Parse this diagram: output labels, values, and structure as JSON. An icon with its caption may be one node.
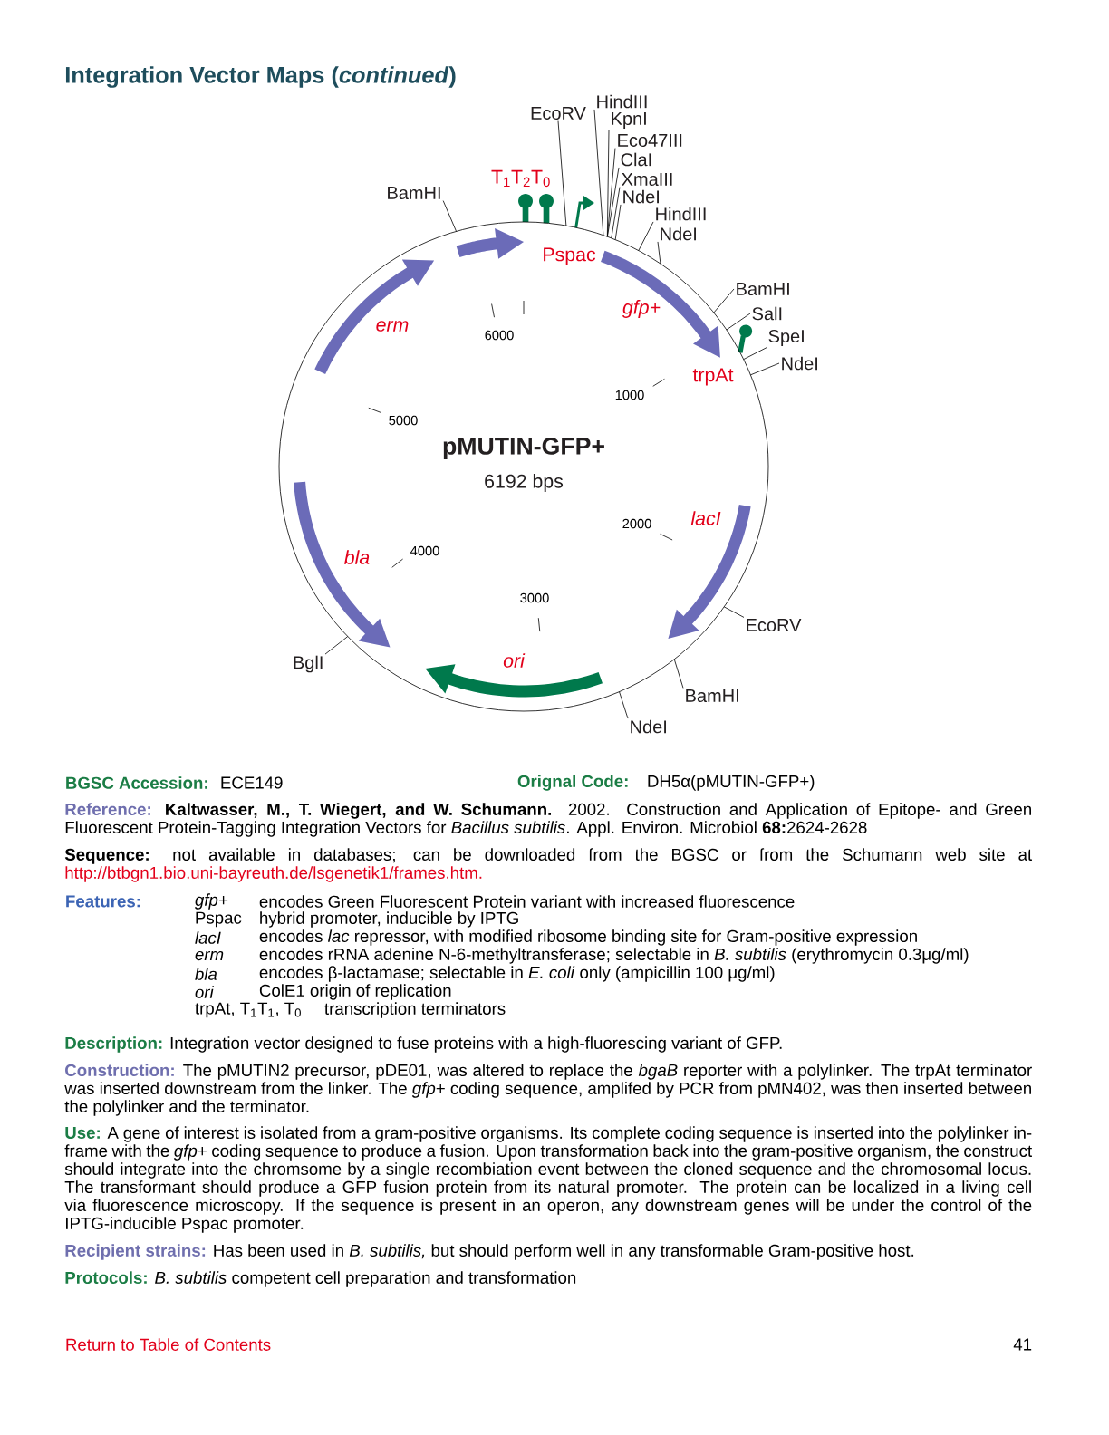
{
  "diagram": {
    "title": "Integration Vector Maps (*continued*)",
    "nodes": [
      {
        "text": [
          "EcoRV"
        ]
      },
      {
        "text": [
          "HindIII"
        ]
      },
      {
        "text": [
          "KpnI"
        ]
      },
      {
        "text": [
          "Eco47III"
        ]
      },
      {
        "text": [
          "ClaI"
        ]
      },
      {
        "text": [
          "XmaIII"
        ]
      },
      {
        "text": [
          "NdeI"
        ]
      },
      {
        "text": [
          "HindIII"
        ]
      },
      {
        "text": [
          "NdeI"
        ]
      },
      {
        "text": [
          "BamHI"
        ]
      },
      {
        "text": [
          "BamHI"
        ]
      },
      {
        "text": [
          "SalI"
        ]
      },
      {
        "text": [
          "SpeI"
        ]
      },
      {
        "text": [
          "NdeI"
        ]
      },
      {
        "text": [
          "EcoRV"
        ]
      },
      {
        "text": [
          "BamHI"
        ]
      },
      {
        "text": [
          "NdeI"
        ]
      },
      {
        "text": [
          "BglI"
        ]
      },
      {
        "text": [],
        "shape": "circle"
      }
    ],
    "edges": [
      {
        "from": 0,
        "to": 18,
        "arrow": "none"
      },
      {
        "from": 1,
        "to": 18,
        "arrow": "none"
      },
      {
        "from": 2,
        "to": 18,
        "arrow": "none"
      },
      {
        "from": 3,
        "to": 18,
        "arrow": "none"
      },
      {
        "from": 4,
        "to": 18,
        "arrow": "none"
      },
      {
        "from": 5,
        "to": 18,
        "arrow": "none"
      },
      {
        "from": 6,
        "to": 18,
        "arrow": "none"
      },
      {
        "from": 7,
        "to": 18,
        "arrow": "none"
      },
      {
        "from": 8,
        "to": 18,
        "arrow": "none"
      },
      {
        "from": 9,
        "to": 18,
        "arrow": "none"
      },
      {
        "from": 10,
        "to": 18,
        "arrow": "none"
      },
      {
        "from": 11,
        "to": 18,
        "arrow": "none"
      },
      {
        "from": 12,
        "to": 18,
        "arrow": "none"
      },
      {
        "from": 13,
        "to": 18,
        "arrow": "none"
      },
      {
        "from": 14,
        "to": 18,
        "arrow": "none"
      },
      {
        "from": 15,
        "to": 18,
        "arrow": "none"
      },
      {
        "from": 16,
        "to": 18,
        "arrow": "none"
      },
      {
        "from": 17,
        "to": 18,
        "arrow": "none"
      }
    ],
    "labels": [
      "T$_{1}$T$_{2}$T$_{0}$",
      "Pspac",
      "erm",
      "gfp+",
      "6000",
      "trpAt",
      "1000",
      "5000",
      "pMUTIN-GFP+",
      "6192 bps",
      "2000",
      "lacI",
      "bla",
      "4000",
      "3000",
      "ori",
      "BGSC Accession:",
      "ECE149",
      "Orignal Code:",
      "DH5α(pMUTIN-GFP+)",
      "Reference:",
      "**Kaltwasser, M., T. Wiegert, and W. Schumann.** 2002. Construction and Application of Epitope- and Green Fluorescent Protein-Tagging Integration Vectors for *Bacillus subtilis*. Appl. Environ. Microbiol **68:**2624-2628",
      "Sequence:",
      "not available in databases; can be downloaded from the BGSC or from the Schumann web site at",
      "http://btbgn1.bio.uni-bayreuth.de/lsgenetik1/frames.htm.",
      "Features:",
      "gfp+",
      "encodes Green Fluorescent Protein variant with increased fluorescence",
      "Pspac",
      "hybrid promoter, inducible by IPTG",
      "lacI",
      "encodes *lac* repressor, with modified ribosome binding site for Gram-positive expression",
      "erm",
      "encodes rRNA adenine N-6-methyltransferase; selectable in *B. subtilis* (erythromycin 0.3μg/ml)",
      "bla",
      "encodes β-lactamase; selectable in *E. coli* only (ampicillin 100 μg/ml)",
      "ori",
      "ColE1 origin of replication",
      "trpAt, T$_{1}$T$_{1}$, T$_{0}$",
      "transcription terminators",
      "Description:",
      "Integration vector designed to fuse proteins with a high-fluorescing variant of GFP.",
      "Construction:",
      "The pMUTIN2 precursor, pDE01, was altered to replace the *bgaB* reporter with a polylinker. The trpAt terminator was inserted downstream from the linker. The *gfp*+ coding sequence, amplifed by PCR from pMN402, was then inserted between the polylinker and the terminator.",
      "Use:",
      "A gene of interest is isolated from a gram-positive organisms. Its complete coding sequence is inserted into the polylinker in-frame with the *gfp*+ coding sequence to produce a fusion. Upon transformation back into the gram-positive organism, the construct should integrate into the chromsome by a single recombiation event between the cloned sequence and the chromosomal locus. The transformant should produce a GFP fusion protein from its natural promoter. The protein can be localized in a living cell via fluorescence microscopy. If the sequence is present in an operon, any downstream genes will be under the control of the IPTG-inducible Pspac promoter.",
      "Recipient strains:",
      "Has been used in *B. subtilis,* but should perform well in any transformable Gram-positive host.",
      "Protocols:",
      "*B. subtilis* competent cell preparation and transformation",
      "Return to Table of Contents",
      "41"
    ]
  }
}
